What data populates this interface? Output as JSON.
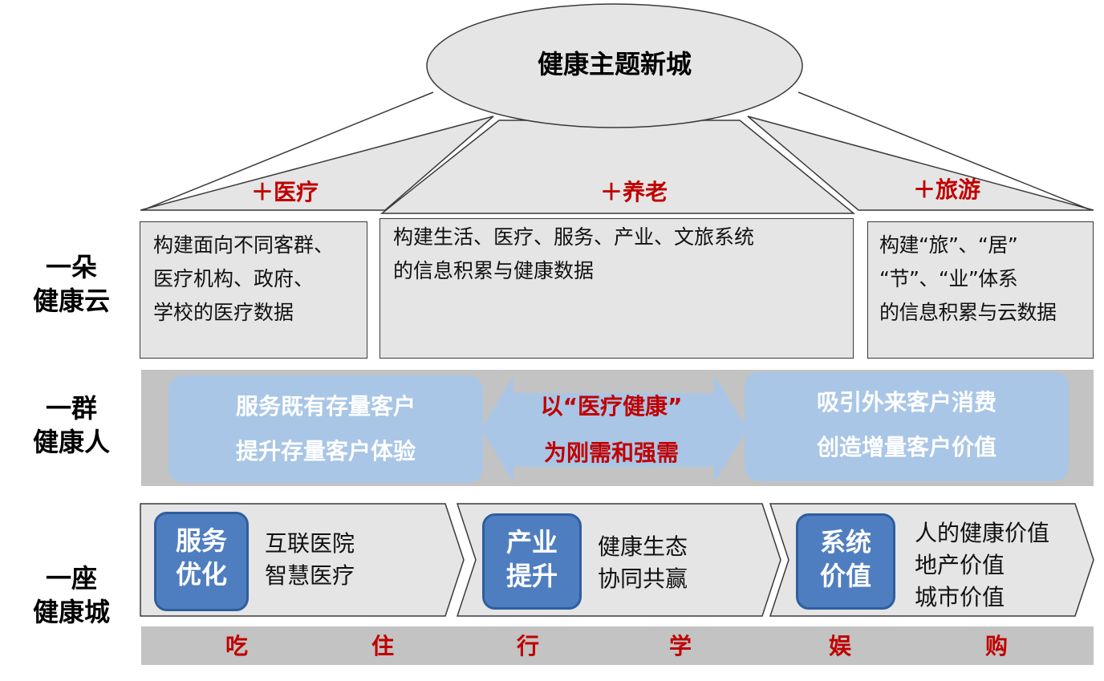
{
  "title": "健康主题新城",
  "rows": {
    "cloud": [
      "一朵",
      "健康云"
    ],
    "people": [
      "一群",
      "健康人"
    ],
    "city": [
      "一座",
      "健康城"
    ]
  },
  "plus_labels": {
    "medical": "＋医疗",
    "elderly": "＋养老",
    "tourism": "＋旅游"
  },
  "cloud_boxes": {
    "medical": [
      "构建面向不同客群、",
      "医疗机构、政府、",
      "学校的医疗数据"
    ],
    "elderly": [
      "构建生活、医疗、服务、产业、文旅系统",
      "的信息积累与健康数据"
    ],
    "tourism": [
      "构建“旅”、“居”",
      "“节”、“业”体系",
      "的信息积累与云数据"
    ]
  },
  "people": {
    "left": [
      "服务既有存量客户",
      "提升存量客户体验"
    ],
    "center": [
      "以“医疗健康”",
      "为刚需和强需"
    ],
    "right": [
      "吸引外来客户消费",
      "创造增量客户价值"
    ]
  },
  "city": {
    "items": [
      {
        "chip": [
          "服务",
          "优化"
        ],
        "text": [
          "互联医院",
          "智慧医疗"
        ]
      },
      {
        "chip": [
          "产业",
          "提升"
        ],
        "text": [
          "健康生态",
          "协同共赢"
        ]
      },
      {
        "chip": [
          "系统",
          "价值"
        ],
        "text": [
          "人的健康价值",
          "地产价值",
          "城市价值"
        ]
      }
    ]
  },
  "activities": [
    "吃",
    "住",
    "行",
    "学",
    "娱",
    "购"
  ],
  "colors": {
    "accent_red": "#c00000",
    "chip_blue": "#4f7ec0",
    "pill_blue": "#a9c6e6",
    "band_gray": "#c3c3c3",
    "box_gray": "#e5e5e5"
  }
}
